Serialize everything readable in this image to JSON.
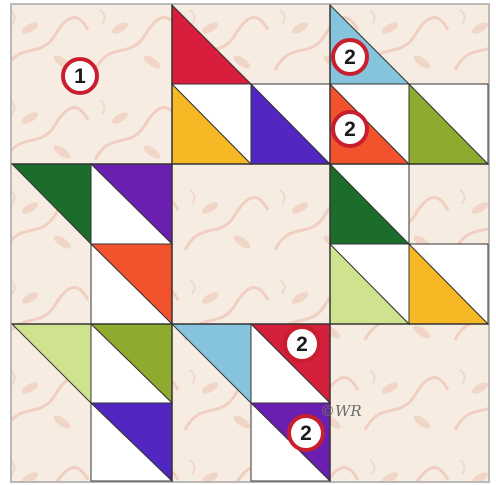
{
  "diagram": {
    "type": "quilt-block",
    "grid": "3x3",
    "fabric_colors": {
      "background": "#f6ece2",
      "background_motif": "#efc8b8",
      "red": "#d81e3c",
      "yellow": "#f6b824",
      "purple": "#5226c0",
      "violet": "#6a1fb0",
      "blue": "#5e9fe0",
      "light_blue": "#86c3dc",
      "orange": "#f2522c",
      "green": "#1c6d2c",
      "olive": "#8fab2f",
      "light_green": "#cfe28e",
      "crimson": "#d4203c",
      "grid_line": "#333333",
      "frame": "#b9b9b9"
    },
    "labels": [
      {
        "id": "piece-1",
        "text": "1"
      },
      {
        "id": "piece-2-top",
        "text": "2"
      },
      {
        "id": "piece-2-upper-mid",
        "text": "2"
      },
      {
        "id": "piece-2-lower-mid",
        "text": "2"
      },
      {
        "id": "piece-2-bottom",
        "text": "2"
      }
    ],
    "signature": "©WR"
  }
}
